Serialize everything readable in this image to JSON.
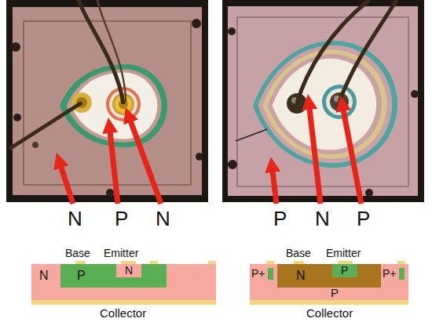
{
  "diagram": {
    "nodes": [
      {
        "text": [
          "N"
        ]
      },
      {
        "text": [
          "P"
        ],
        "in": 0
      },
      {
        "text": [
          "N"
        ],
        "in": 1
      },
      {
        "text": [
          "P"
        ]
      },
      {
        "text": [
          "N"
        ],
        "in": 3
      },
      {
        "text": [
          "P"
        ],
        "in": 4
      }
    ],
    "labels": [
      "N",
      "P",
      "N",
      "P",
      "N",
      "P",
      "Base",
      "Emitter",
      "Base",
      "Emitter",
      "P+",
      "P+",
      "Collector",
      "Collector"
    ]
  }
}
